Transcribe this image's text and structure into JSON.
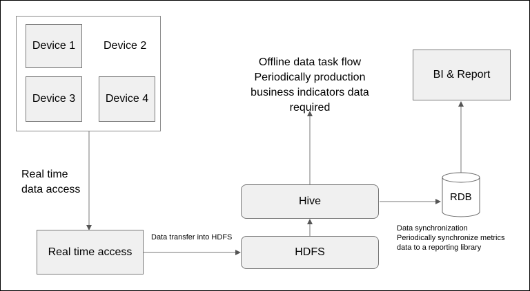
{
  "devices": {
    "device1": "Device 1",
    "device2": "Device 2",
    "device3": "Device 3",
    "device4": "Device 4"
  },
  "labels": {
    "realtime_data_access_line1": "Real time",
    "realtime_data_access_line2": "data access",
    "realtime_access": "Real time access",
    "data_transfer": "Data transfer into HDFS",
    "hdfs": "HDFS",
    "hive": "Hive",
    "rdb": "RDB",
    "bi_report": "BI & Report",
    "offline_line1": "Offline data task flow",
    "offline_line2": "Periodically production",
    "offline_line3": "business indicators data",
    "offline_line4": "required",
    "sync_line1": "Data synchronization",
    "sync_line2": "Periodically synchronize metrics",
    "sync_line3": "data to a reporting library"
  }
}
